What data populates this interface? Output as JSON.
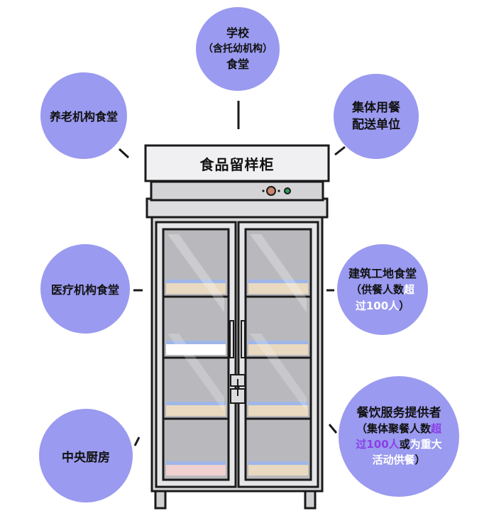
{
  "colors": {
    "circle_fill": "#9a9af0",
    "highlight_white": "#ffffff",
    "highlight_purple": "#8a3fe6",
    "cabinet_frame": "#d9d9dc",
    "cabinet_glass": "#b9b9bd",
    "outline": "#1a1a1a"
  },
  "cabinet": {
    "title": "食品留样柜"
  },
  "nodes": {
    "school": {
      "lines": [
        "学校",
        "（含托幼机构）",
        "食堂"
      ]
    },
    "elderly": {
      "lines": [
        "养老机构食堂"
      ]
    },
    "group_meal": {
      "lines": [
        "集体用餐",
        "配送单位"
      ]
    },
    "medical": {
      "lines": [
        "医疗机构食堂"
      ]
    },
    "construction": {
      "line1": "建筑工地食堂",
      "line2a": "（供餐人数",
      "line2b": "超",
      "line3a": "过100人",
      "line3b": "）"
    },
    "central_kitchen": {
      "lines": [
        "中央厨房"
      ]
    },
    "catering": {
      "line1": "餐饮服务提供者",
      "line2a": "（集体聚餐人数",
      "line2b": "超",
      "line3a": "过100人",
      "line3b": "或",
      "line3c": "为重大",
      "line4a": "活动供餐",
      "line4b": "）"
    }
  }
}
